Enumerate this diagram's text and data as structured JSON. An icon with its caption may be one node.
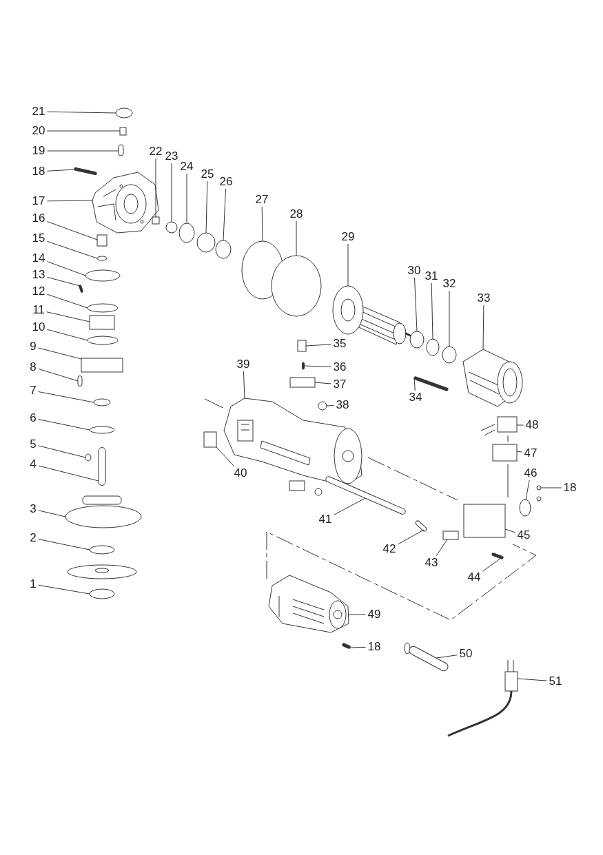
{
  "diagram": {
    "nodes": [
      {
        "text": [
          "1"
        ]
      },
      {
        "text": [
          "2"
        ]
      },
      {
        "text": [
          "3"
        ]
      },
      {
        "text": [
          "4"
        ]
      },
      {
        "text": [
          "5"
        ]
      },
      {
        "text": [
          "6"
        ]
      },
      {
        "text": [
          "7"
        ]
      },
      {
        "text": [
          "8"
        ]
      },
      {
        "text": [
          "9"
        ]
      },
      {
        "text": [
          "10"
        ]
      },
      {
        "text": [
          "11"
        ]
      },
      {
        "text": [
          "12"
        ]
      },
      {
        "text": [
          "13"
        ]
      },
      {
        "text": [
          "14"
        ]
      },
      {
        "text": [
          "15"
        ]
      },
      {
        "text": [
          "16"
        ]
      },
      {
        "text": [
          "17"
        ]
      },
      {
        "text": [
          "18"
        ]
      },
      {
        "text": [
          "19"
        ]
      },
      {
        "text": [
          "20"
        ]
      },
      {
        "text": [
          "21"
        ]
      },
      {
        "text": [
          "22"
        ]
      },
      {
        "text": [
          "23"
        ]
      },
      {
        "text": [
          "24"
        ]
      },
      {
        "text": [
          "25"
        ]
      },
      {
        "text": [
          "26"
        ]
      },
      {
        "text": [
          "27"
        ]
      },
      {
        "text": [
          "28"
        ]
      },
      {
        "text": [
          "29"
        ]
      },
      {
        "text": [
          "30"
        ]
      },
      {
        "text": [
          "31"
        ]
      },
      {
        "text": [
          "32"
        ]
      },
      {
        "text": [
          "33"
        ]
      },
      {
        "text": [
          "34"
        ]
      },
      {
        "text": [
          "35"
        ]
      },
      {
        "text": [
          "36"
        ]
      },
      {
        "text": [
          "37"
        ]
      },
      {
        "text": [
          "38"
        ]
      },
      {
        "text": [
          "39"
        ]
      },
      {
        "text": [
          "40"
        ]
      },
      {
        "text": [
          "41"
        ]
      },
      {
        "text": [
          "42"
        ]
      },
      {
        "text": [
          "43"
        ]
      },
      {
        "text": [
          "44"
        ]
      },
      {
        "text": [
          "45"
        ]
      },
      {
        "text": [
          "46"
        ]
      },
      {
        "text": [
          "18"
        ]
      },
      {
        "text": [
          "47"
        ]
      },
      {
        "text": [
          "48"
        ]
      },
      {
        "text": [
          "49"
        ]
      },
      {
        "text": [
          "18"
        ]
      },
      {
        "text": [
          "50"
        ]
      },
      {
        "text": [
          "51"
        ]
      },
      {
        "text": [],
        "shape": "circle"
      },
      {
        "text": [],
        "shape": "circle"
      },
      {
        "text": [],
        "shape": "circle"
      },
      {
        "text": [],
        "shape": "bar"
      },
      {
        "text": [],
        "shape": "circle"
      },
      {
        "text": [],
        "shape": "circle"
      },
      {
        "text": [],
        "shape": "circle"
      },
      {
        "text": [],
        "shape": "bar"
      },
      {
        "text": [],
        "shape": "box"
      },
      {
        "text": [],
        "shape": "circle"
      },
      {
        "text": [],
        "shape": "box"
      },
      {
        "text": [],
        "shape": "circle"
      },
      {
        "text": [],
        "shape": "bar"
      },
      {
        "text": [],
        "shape": "circle"
      },
      {
        "text": [],
        "shape": "circle"
      },
      {
        "text": [],
        "shape": "box"
      },
      {
        "text": [],
        "shape": "picture"
      },
      {
        "text": [],
        "shape": "bar"
      },
      {
        "text": [],
        "shape": "bar"
      },
      {
        "text": [],
        "shape": "box"
      },
      {
        "text": [],
        "shape": "circle"
      },
      {
        "text": [],
        "shape": "box"
      },
      {
        "text": [],
        "shape": "circle"
      },
      {
        "text": [],
        "shape": "circle"
      },
      {
        "text": [],
        "shape": "circle"
      },
      {
        "text": [],
        "shape": "circle"
      },
      {
        "text": [],
        "shape": "circle"
      },
      {
        "text": [],
        "shape": "circle"
      },
      {
        "text": [],
        "shape": "picture"
      },
      {
        "text": [],
        "shape": "circle"
      },
      {
        "text": [],
        "shape": "circle"
      },
      {
        "text": [],
        "shape": "circle"
      },
      {
        "text": [],
        "shape": "picture"
      },
      {
        "text": [],
        "shape": "bar"
      },
      {
        "text": [],
        "shape": "box"
      },
      {
        "text": [],
        "shape": "bar"
      },
      {
        "text": [],
        "shape": "box"
      },
      {
        "text": [],
        "shape": "circle"
      },
      {
        "text": [],
        "shape": "picture"
      },
      {
        "text": [],
        "shape": "box"
      },
      {
        "text": [],
        "shape": "bar"
      },
      {
        "text": [],
        "shape": "bar"
      },
      {
        "text": [],
        "shape": "box"
      },
      {
        "text": [],
        "shape": "bar"
      },
      {
        "text": [],
        "shape": "box"
      },
      {
        "text": [],
        "shape": "circle"
      },
      {
        "text": [],
        "shape": "circle"
      },
      {
        "text": [],
        "shape": "box"
      },
      {
        "text": [],
        "shape": "box"
      },
      {
        "text": [],
        "shape": "picture"
      },
      {
        "text": [],
        "shape": "bar"
      },
      {
        "text": [],
        "shape": "bar"
      },
      {
        "text": [],
        "shape": "picture"
      }
    ],
    "edges": [
      {
        "from": 0,
        "to": 53,
        "arrow": "none"
      },
      {
        "from": 1,
        "to": 54,
        "arrow": "none"
      },
      {
        "from": 2,
        "to": 55,
        "arrow": "none"
      },
      {
        "from": 3,
        "to": 56,
        "arrow": "none"
      },
      {
        "from": 4,
        "to": 57,
        "arrow": "none"
      },
      {
        "from": 5,
        "to": 58,
        "arrow": "none"
      },
      {
        "from": 6,
        "to": 59,
        "arrow": "none"
      },
      {
        "from": 7,
        "to": 60,
        "arrow": "none"
      },
      {
        "from": 8,
        "to": 61,
        "arrow": "none"
      },
      {
        "from": 9,
        "to": 62,
        "arrow": "none"
      },
      {
        "from": 10,
        "to": 63,
        "arrow": "none"
      },
      {
        "from": 11,
        "to": 64,
        "arrow": "none"
      },
      {
        "from": 12,
        "to": 65,
        "arrow": "none"
      },
      {
        "from": 13,
        "to": 66,
        "arrow": "none"
      },
      {
        "from": 14,
        "to": 67,
        "arrow": "none"
      },
      {
        "from": 15,
        "to": 68,
        "arrow": "none"
      },
      {
        "from": 16,
        "to": 69,
        "arrow": "none"
      },
      {
        "from": 17,
        "to": 70,
        "arrow": "none"
      },
      {
        "from": 18,
        "to": 71,
        "arrow": "none"
      },
      {
        "from": 19,
        "to": 72,
        "arrow": "none"
      },
      {
        "from": 20,
        "to": 73,
        "arrow": "none"
      },
      {
        "from": 21,
        "to": 74,
        "arrow": "none"
      },
      {
        "from": 22,
        "to": 75,
        "arrow": "none"
      },
      {
        "from": 23,
        "to": 76,
        "arrow": "none"
      },
      {
        "from": 24,
        "to": 77,
        "arrow": "none"
      },
      {
        "from": 25,
        "to": 78,
        "arrow": "none"
      },
      {
        "from": 26,
        "to": 79,
        "arrow": "none"
      },
      {
        "from": 27,
        "to": 80,
        "arrow": "none"
      },
      {
        "from": 28,
        "to": 81,
        "arrow": "none"
      },
      {
        "from": 29,
        "to": 82,
        "arrow": "none"
      },
      {
        "from": 30,
        "to": 83,
        "arrow": "none"
      },
      {
        "from": 31,
        "to": 84,
        "arrow": "none"
      },
      {
        "from": 32,
        "to": 85,
        "arrow": "none"
      },
      {
        "from": 33,
        "to": 86,
        "arrow": "none"
      },
      {
        "from": 34,
        "to": 87,
        "arrow": "none"
      },
      {
        "from": 35,
        "to": 88,
        "arrow": "none"
      },
      {
        "from": 36,
        "to": 89,
        "arrow": "none"
      },
      {
        "from": 37,
        "to": 90,
        "arrow": "none"
      },
      {
        "from": 38,
        "to": 91,
        "arrow": "none"
      },
      {
        "from": 39,
        "to": 92,
        "arrow": "none"
      },
      {
        "from": 40,
        "to": 93,
        "arrow": "none"
      },
      {
        "from": 41,
        "to": 94,
        "arrow": "none"
      },
      {
        "from": 42,
        "to": 95,
        "arrow": "none"
      },
      {
        "from": 43,
        "to": 96,
        "arrow": "none"
      },
      {
        "from": 44,
        "to": 97,
        "arrow": "none"
      },
      {
        "from": 45,
        "to": 98,
        "arrow": "none"
      },
      {
        "from": 46,
        "to": 99,
        "arrow": "none"
      },
      {
        "from": 47,
        "to": 100,
        "arrow": "none"
      },
      {
        "from": 48,
        "to": 101,
        "arrow": "none"
      },
      {
        "from": 49,
        "to": 102,
        "arrow": "none"
      },
      {
        "from": 50,
        "to": 103,
        "arrow": "none"
      },
      {
        "from": 51,
        "to": 104,
        "arrow": "none"
      },
      {
        "from": 52,
        "to": 105,
        "arrow": "none"
      }
    ]
  }
}
